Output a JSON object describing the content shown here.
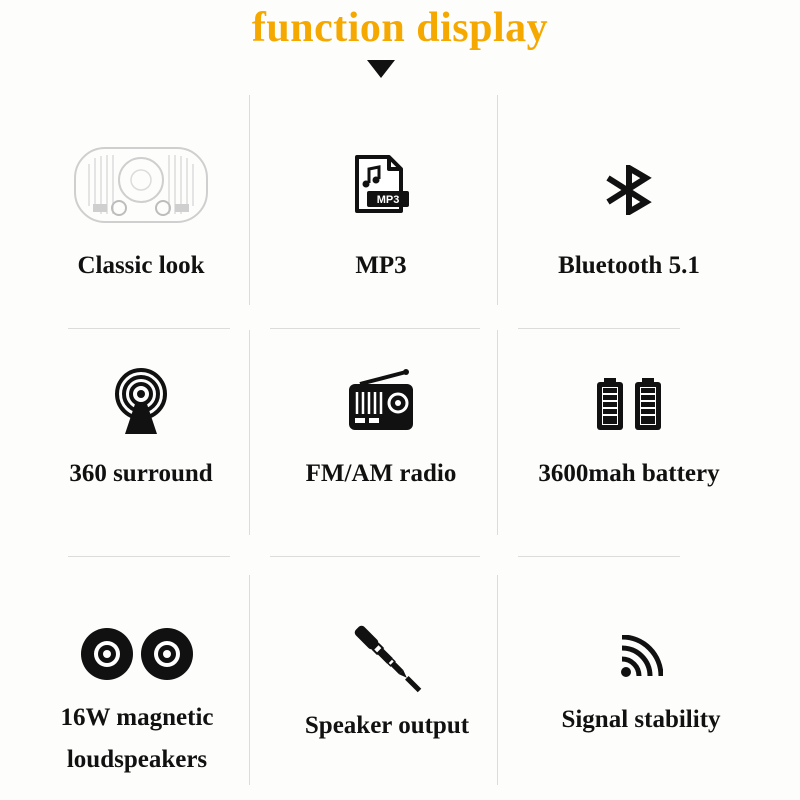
{
  "header": {
    "title": "function display"
  },
  "features": [
    {
      "label": "Classic look",
      "icon": "speaker-outline-icon"
    },
    {
      "label": "MP3",
      "icon": "mp3-file-icon",
      "badge": "MP3"
    },
    {
      "label": "Bluetooth 5.1",
      "icon": "bluetooth-icon"
    },
    {
      "label": "360 surround",
      "icon": "surround-sound-icon"
    },
    {
      "label": "FM/AM radio",
      "icon": "radio-icon"
    },
    {
      "label": "3600mah battery",
      "icon": "battery-icon"
    },
    {
      "label_line1": "16W magnetic",
      "label_line2": "loudspeakers",
      "icon": "loudspeakers-icon"
    },
    {
      "label": "Speaker output",
      "icon": "audio-jack-icon"
    },
    {
      "label": "Signal stability",
      "icon": "signal-icon"
    }
  ],
  "colors": {
    "title": "#f5a800",
    "text": "#111111",
    "divider": "#dcdcdc"
  }
}
